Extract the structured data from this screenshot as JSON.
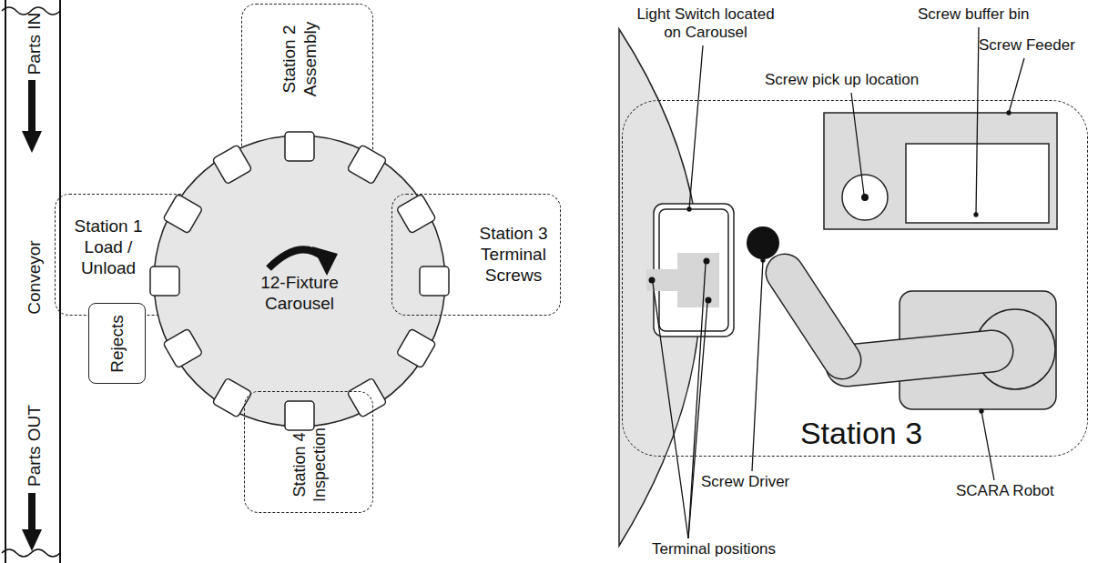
{
  "diagram": {
    "nodes": [
      {
        "text": [
          "Parts IN",
          "Conveyor",
          "Parts OUT"
        ]
      },
      {
        "text": [
          "Station 2 Assembly"
        ]
      },
      {
        "text": [
          "Station 1 Load / Unload"
        ]
      },
      {
        "text": [
          "12-Fixture Carousel"
        ]
      },
      {
        "text": [
          "Station 3 Terminal Screws"
        ]
      },
      {
        "text": [
          "Rejects"
        ]
      },
      {
        "text": [
          "Station 4 Inspection"
        ]
      },
      {
        "text": [
          "Station 3"
        ]
      }
    ],
    "labels": [
      "Light Switch located on Carousel",
      "Screw buffer bin",
      "Screw Feeder",
      "Screw pick up location",
      "Screw Driver",
      "SCARA Robot",
      "Terminal positions"
    ]
  }
}
